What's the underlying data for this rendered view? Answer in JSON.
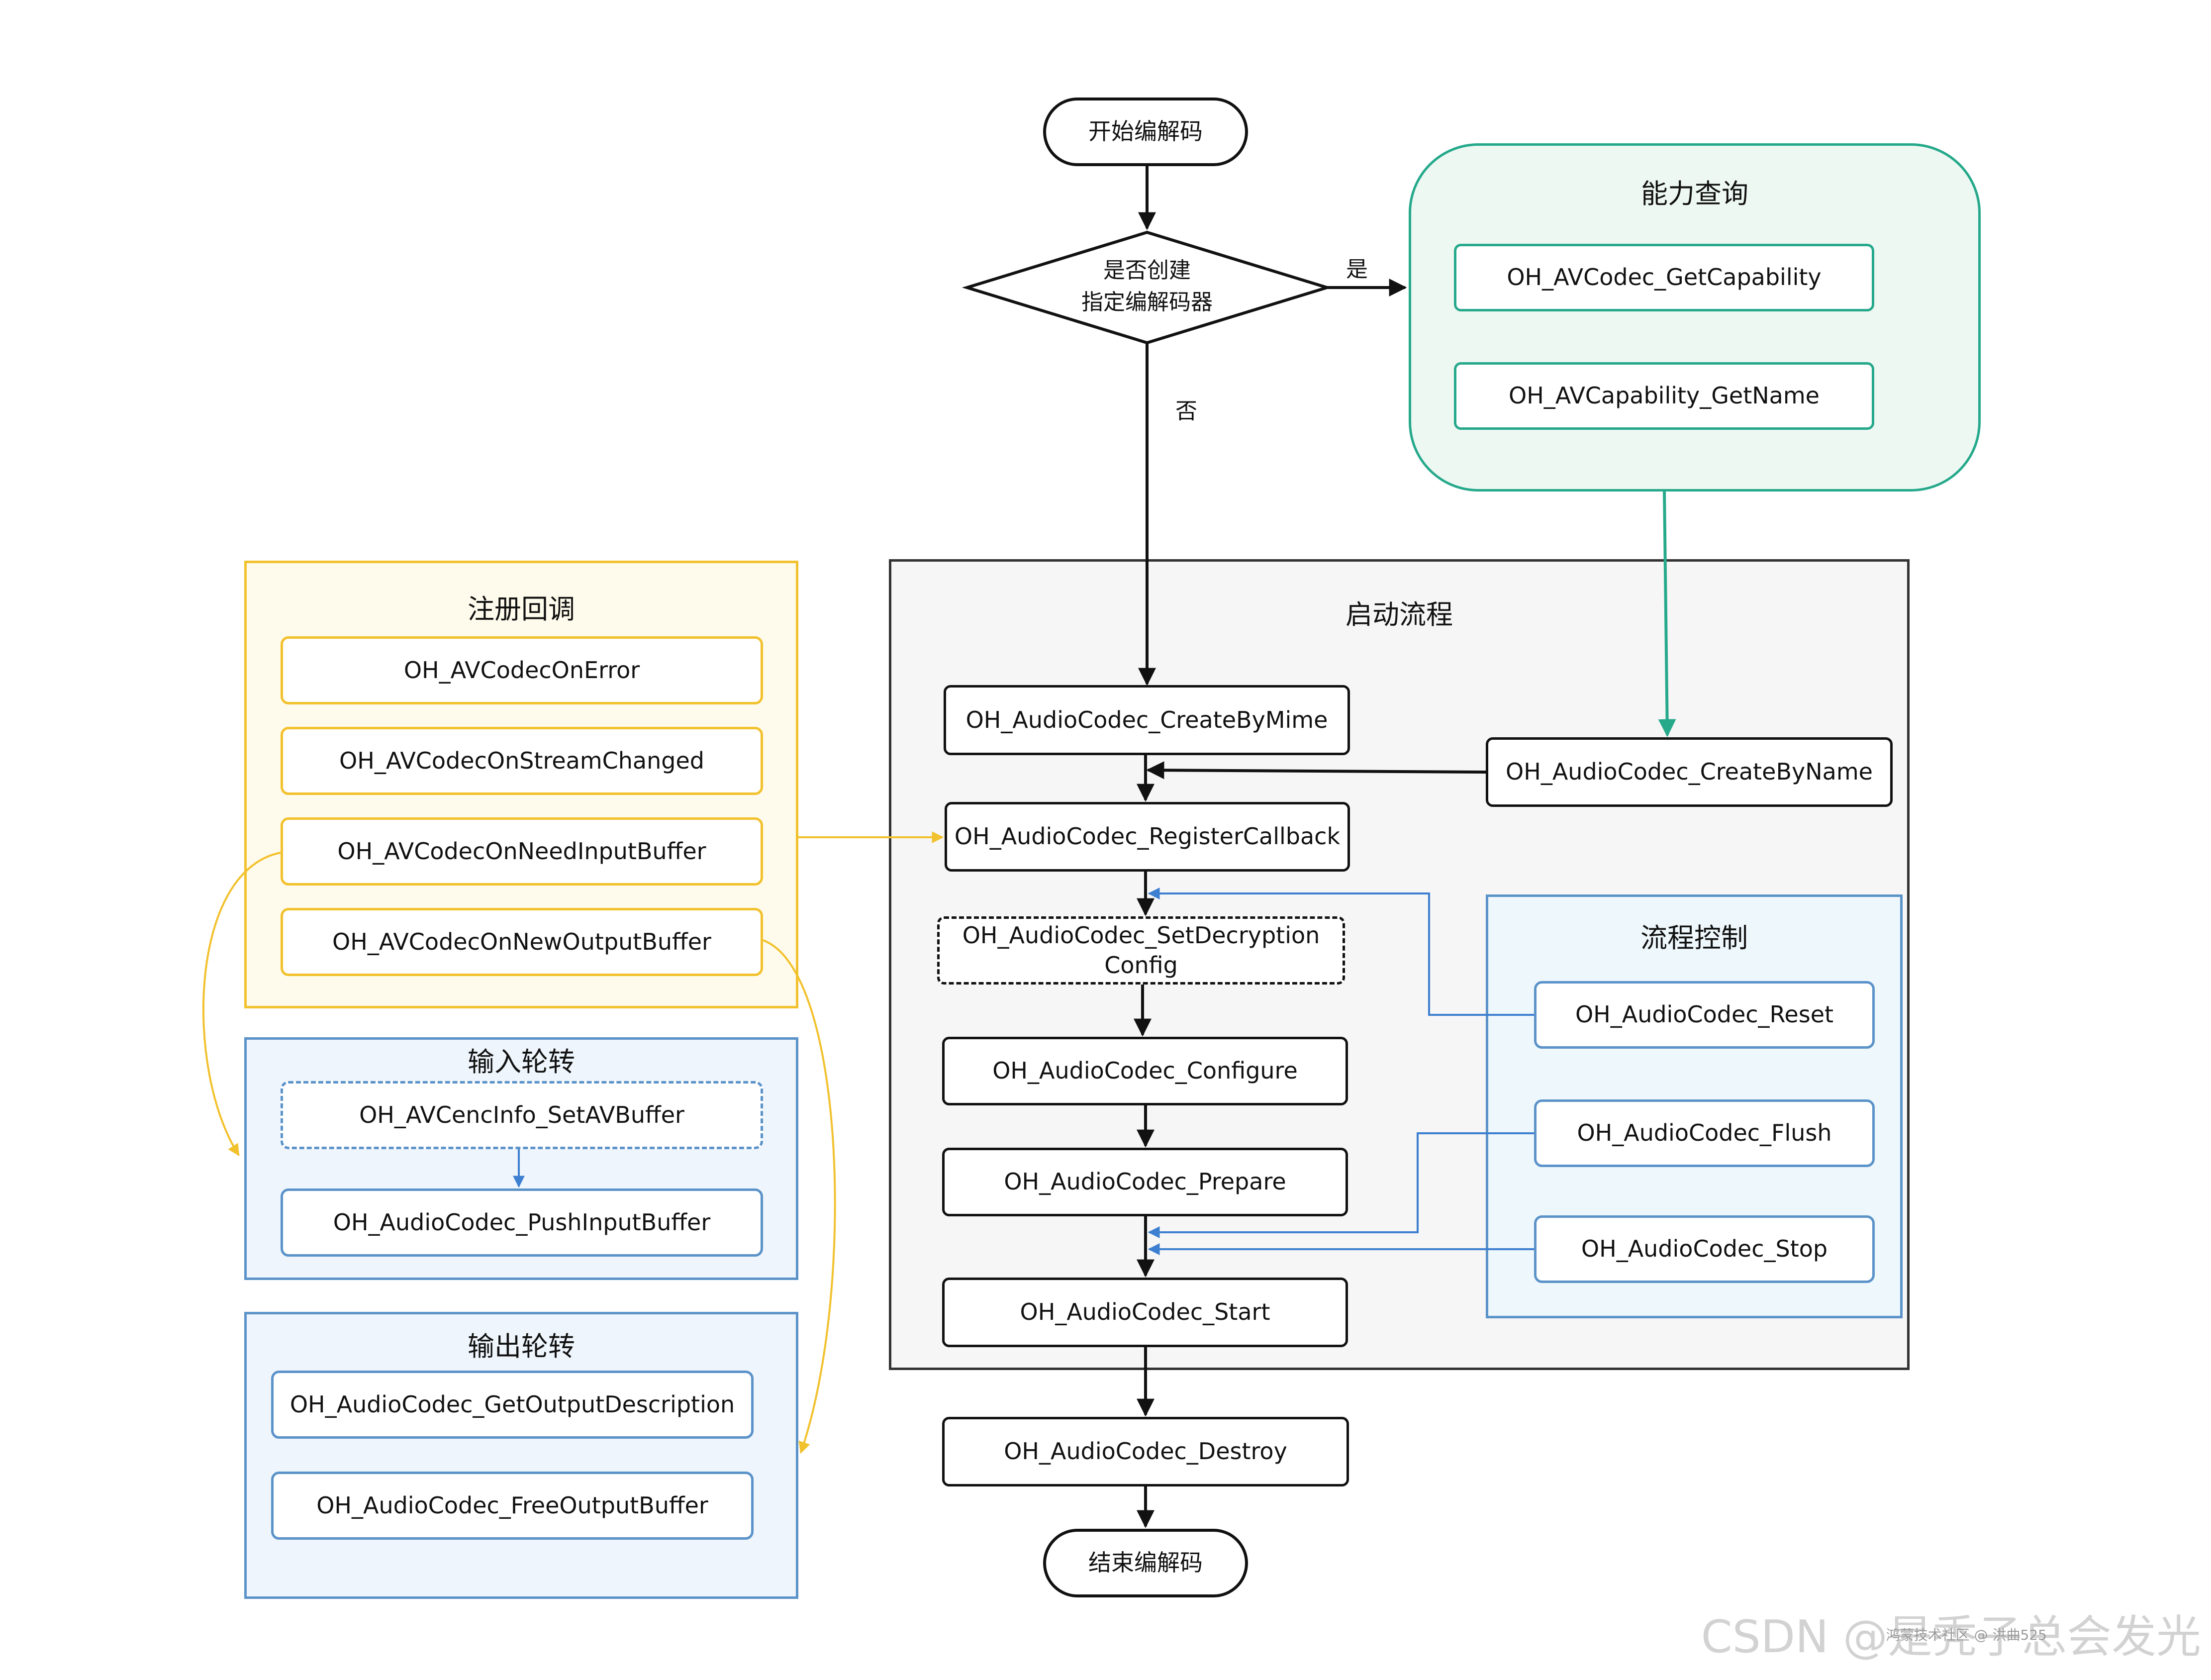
{
  "start": "开始编解码",
  "end": "结束编解码",
  "decision": {
    "line1": "是否创建",
    "line2": "指定编解码器",
    "yes": "是",
    "no": "否"
  },
  "capability": {
    "title": "能力查询",
    "items": [
      "OH_AVCodec_GetCapability",
      "OH_AVCapability_GetName"
    ]
  },
  "startup": {
    "title": "启动流程",
    "create_by_mime": "OH_AudioCodec_CreateByMime",
    "create_by_name": "OH_AudioCodec_CreateByName",
    "register_callback": "OH_AudioCodec_RegisterCallback",
    "set_decryption_config": "OH_AudioCodec_SetDecryptionConfig",
    "configure": "OH_AudioCodec_Configure",
    "prepare": "OH_AudioCodec_Prepare",
    "start": "OH_AudioCodec_Start"
  },
  "destroy": "OH_AudioCodec_Destroy",
  "callbacks": {
    "title": "注册回调",
    "items": [
      "OH_AVCodecOnError",
      "OH_AVCodecOnStreamChanged",
      "OH_AVCodecOnNeedInputBuffer",
      "OH_AVCodecOnNewOutputBuffer"
    ]
  },
  "input": {
    "title": "输入轮转",
    "set_av_buffer": "OH_AVCencInfo_SetAVBuffer",
    "push_input": "OH_AudioCodec_PushInputBuffer"
  },
  "output": {
    "title": "输出轮转",
    "get_desc": "OH_AudioCodec_GetOutputDescription",
    "free_output": "OH_AudioCodec_FreeOutputBuffer"
  },
  "control": {
    "title": "流程控制",
    "reset": "OH_AudioCodec_Reset",
    "flush": "OH_AudioCodec_Flush",
    "stop": "OH_AudioCodec_Stop"
  },
  "colors": {
    "yellow": "#f2c12e",
    "blue": "#5b93c9",
    "green": "#26a98b",
    "black": "#111111"
  },
  "watermark": {
    "main": "CSDN @是秃子总会发光",
    "sub": "鸿蒙技术社区 @ 洪曲525"
  }
}
